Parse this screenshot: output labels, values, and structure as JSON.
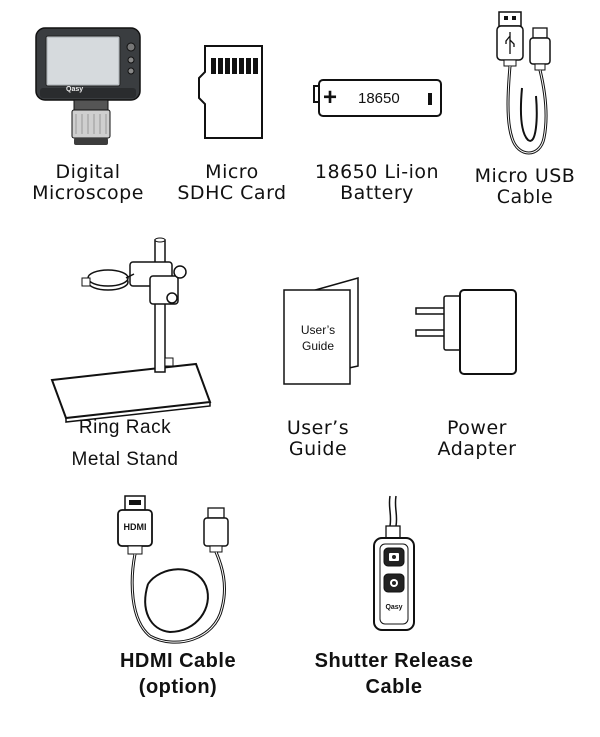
{
  "items": {
    "digital_microscope": {
      "caption_line1": "Digital",
      "caption_line2": "Microscope",
      "brand_label": "Qasy"
    },
    "micro_sdhc_card": {
      "caption_line1": "Micro",
      "caption_line2": "SDHC Card"
    },
    "battery": {
      "caption_line1": "18650 Li-ion",
      "caption_line2": "Battery",
      "label": "18650",
      "plus_symbol": "+"
    },
    "micro_usb_cable": {
      "caption_line1": "Micro USB",
      "caption_line2": "Cable"
    },
    "metal_stand": {
      "caption_line1": "Ring Rack",
      "caption_line2": "Metal Stand"
    },
    "users_guide": {
      "caption_line1": "User’s",
      "caption_line2": "Guide",
      "cover_line1": "User’s",
      "cover_line2": "Guide"
    },
    "power_adapter": {
      "caption_line1": "Power",
      "caption_line2": "Adapter"
    },
    "hdmi_cable": {
      "caption_line1": "HDMI Cable",
      "caption_line2": "(option)",
      "plug_label": "HDMI"
    },
    "shutter_release_cable": {
      "caption_line1": "Shutter Release",
      "caption_line2": "Cable",
      "brand_label": "Qasy"
    }
  }
}
